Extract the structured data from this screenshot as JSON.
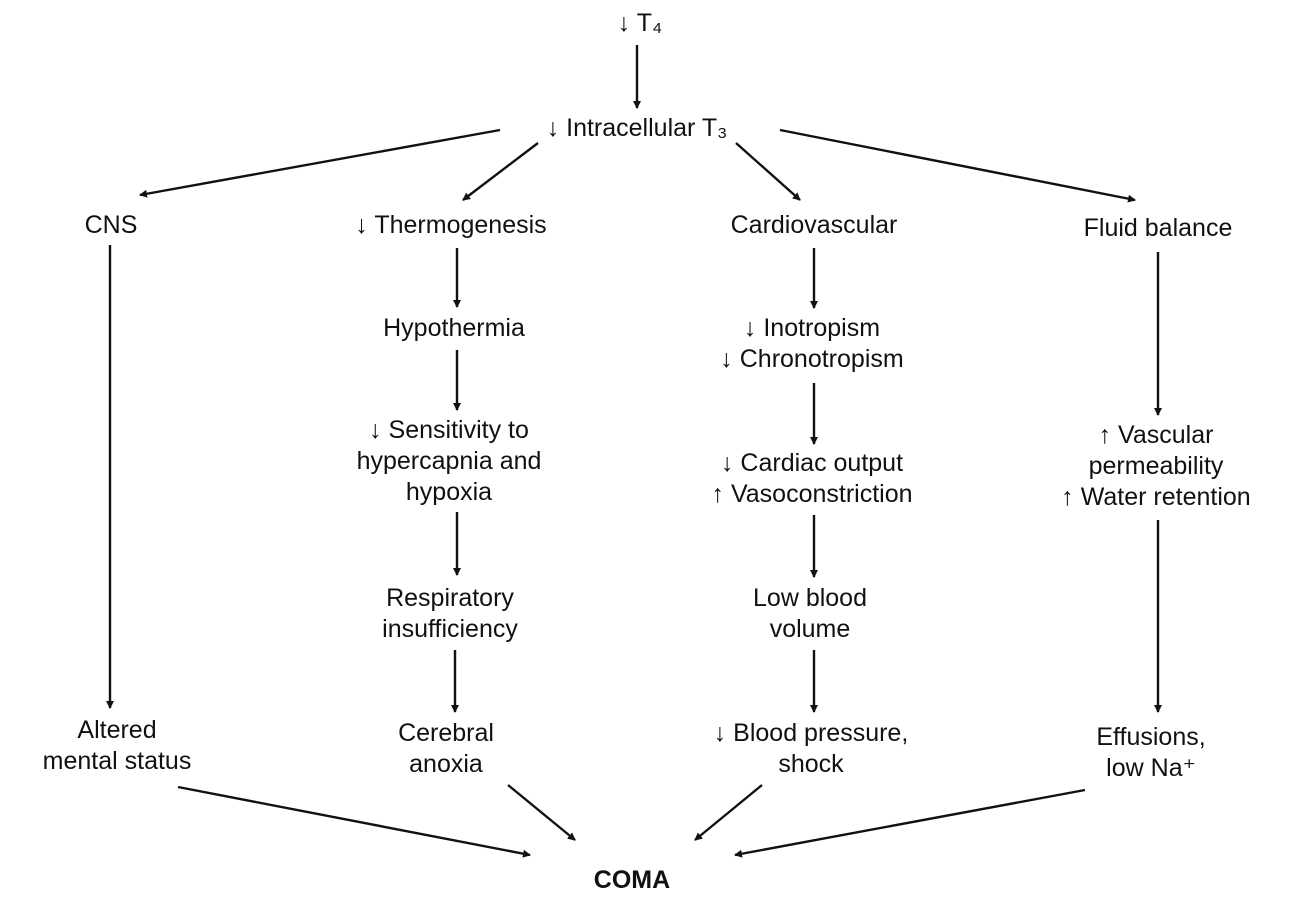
{
  "nodes": {
    "t4": [
      "↓ T₄"
    ],
    "intracellular_t3": [
      "↓ Intracellular T₃"
    ],
    "cns": [
      "CNS"
    ],
    "thermogenesis": [
      "↓ Thermogenesis"
    ],
    "cardiovascular": [
      "Cardiovascular"
    ],
    "fluid_balance": [
      "Fluid balance"
    ],
    "hypothermia": [
      "Hypothermia"
    ],
    "inotropism": [
      "↓ Inotropism",
      "↓ Chronotropism"
    ],
    "sensitivity": [
      "↓ Sensitivity to",
      "hypercapnia and",
      "hypoxia"
    ],
    "cardiac_output": [
      "↓ Cardiac output",
      "↑ Vasoconstriction"
    ],
    "vascular": [
      "↑ Vascular",
      "permeability",
      "↑ Water retention"
    ],
    "respiratory": [
      "Respiratory",
      "insufficiency"
    ],
    "low_blood_volume": [
      "Low blood",
      "volume"
    ],
    "altered_mental": [
      "Altered",
      "mental status"
    ],
    "cerebral_anoxia": [
      "Cerebral",
      "anoxia"
    ],
    "blood_pressure": [
      "↓ Blood pressure,",
      "shock"
    ],
    "effusions": [
      "Effusions,",
      "low Na⁺"
    ],
    "coma": [
      "COMA"
    ]
  },
  "edges": [
    [
      "t4",
      "intracellular_t3"
    ],
    [
      "intracellular_t3",
      "cns"
    ],
    [
      "intracellular_t3",
      "thermogenesis"
    ],
    [
      "intracellular_t3",
      "cardiovascular"
    ],
    [
      "intracellular_t3",
      "fluid_balance"
    ],
    [
      "thermogenesis",
      "hypothermia"
    ],
    [
      "hypothermia",
      "sensitivity"
    ],
    [
      "sensitivity",
      "respiratory"
    ],
    [
      "respiratory",
      "cerebral_anoxia"
    ],
    [
      "cardiovascular",
      "inotropism"
    ],
    [
      "inotropism",
      "cardiac_output"
    ],
    [
      "cardiac_output",
      "low_blood_volume"
    ],
    [
      "low_blood_volume",
      "blood_pressure"
    ],
    [
      "fluid_balance",
      "vascular"
    ],
    [
      "vascular",
      "effusions"
    ],
    [
      "cns",
      "altered_mental"
    ],
    [
      "altered_mental",
      "coma"
    ],
    [
      "cerebral_anoxia",
      "coma"
    ],
    [
      "blood_pressure",
      "coma"
    ],
    [
      "effusions",
      "coma"
    ]
  ]
}
